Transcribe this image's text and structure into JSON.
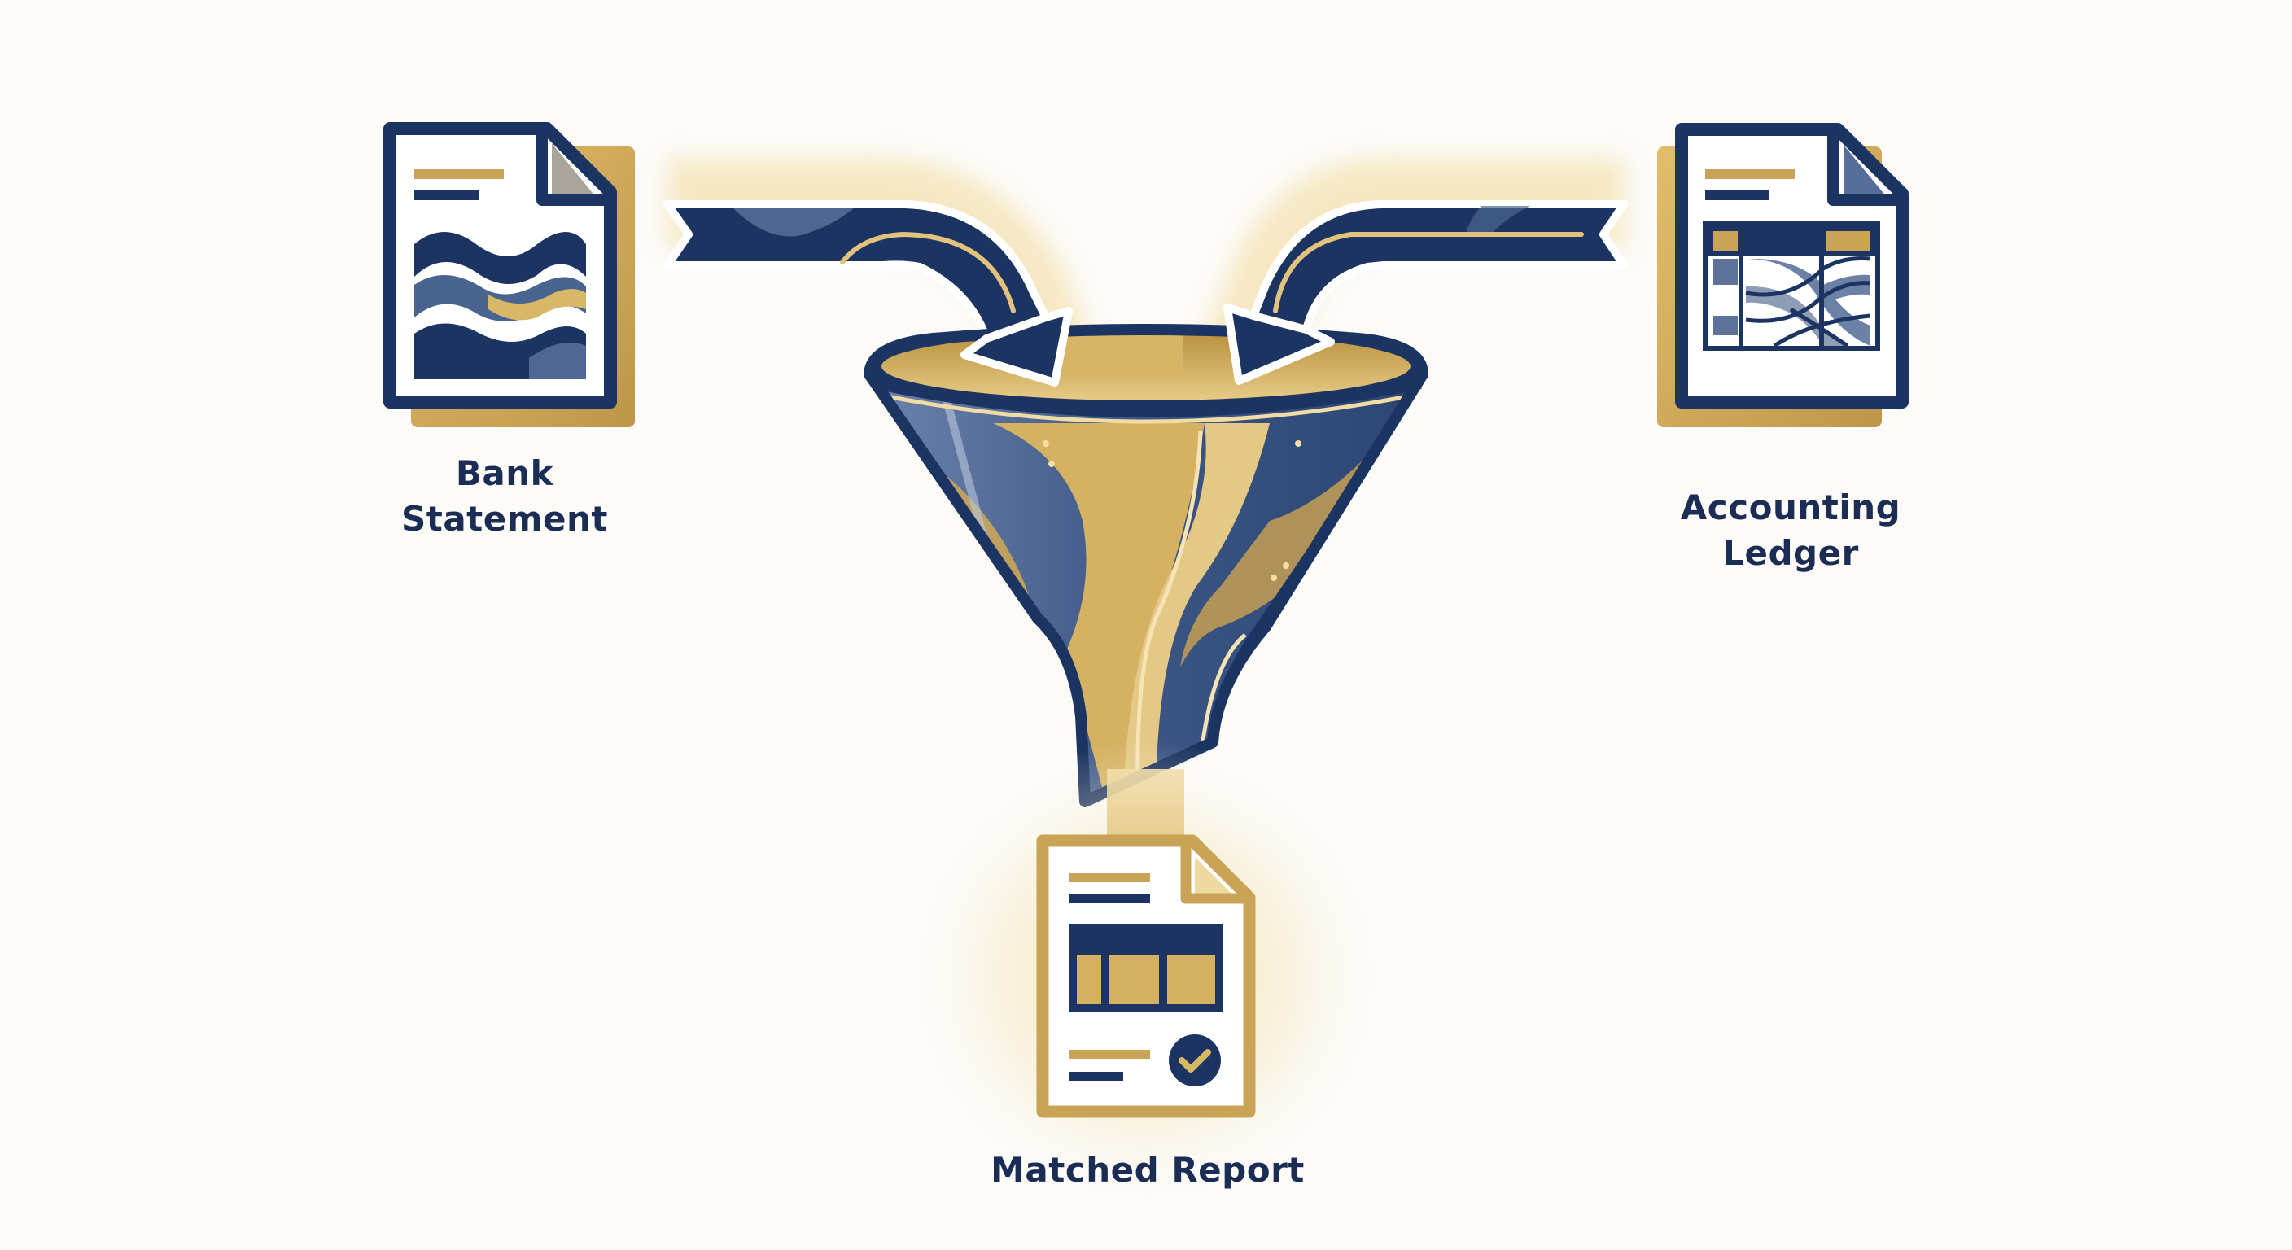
{
  "diagram": {
    "type": "process-flow",
    "theme_colors": {
      "navy": "#1c3461",
      "navy_light": "#4b6591",
      "gold": "#c9a456",
      "gold_light": "#e8cf8c",
      "background": "#fcfbf8",
      "text": "#1c2d55"
    },
    "nodes": [
      {
        "id": "bank-statement",
        "label_lines": [
          "Bank",
          "Statement"
        ],
        "icon": "document-wave-chart-icon",
        "role": "input"
      },
      {
        "id": "accounting-ledger",
        "label_lines": [
          "Accounting",
          "Ledger"
        ],
        "icon": "document-table-icon",
        "role": "input"
      },
      {
        "id": "funnel",
        "label_lines": [],
        "icon": "funnel-icon",
        "role": "process"
      },
      {
        "id": "matched-report",
        "label_lines": [
          "Matched Report"
        ],
        "icon": "document-report-check-icon",
        "role": "output"
      }
    ],
    "edges": [
      {
        "from": "bank-statement",
        "to": "funnel",
        "icon": "curved-arrow-icon"
      },
      {
        "from": "accounting-ledger",
        "to": "funnel",
        "icon": "curved-arrow-icon"
      },
      {
        "from": "funnel",
        "to": "matched-report",
        "icon": "glow-connector"
      }
    ]
  },
  "labels": {
    "bank": {
      "line1": "Bank",
      "line2": "Statement"
    },
    "ledger": {
      "line1": "Accounting",
      "line2": "Ledger"
    },
    "report": {
      "line1": "Matched Report"
    }
  }
}
